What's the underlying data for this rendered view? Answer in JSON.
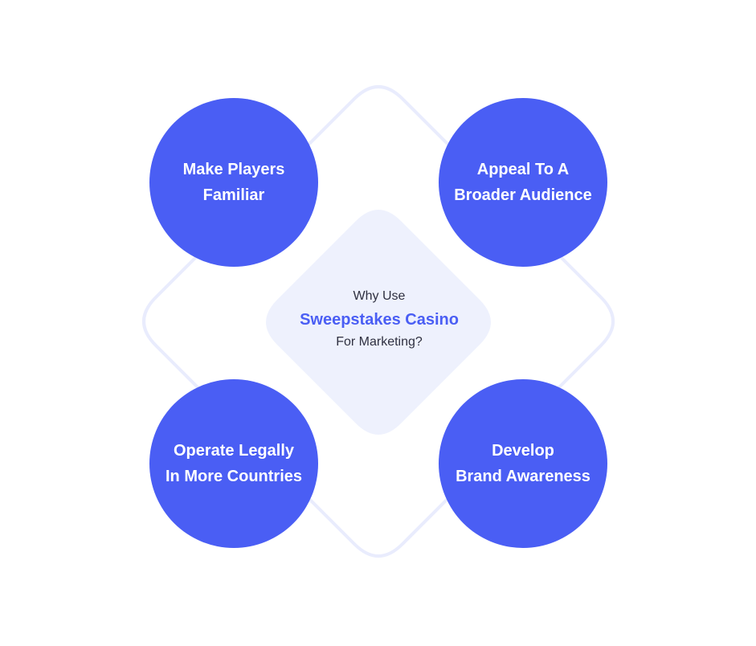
{
  "diagram": {
    "center": {
      "line1": "Why Use",
      "line2": "Sweepstakes Casino",
      "line3": "For Marketing?"
    },
    "nodes": [
      {
        "id": "top-left",
        "label": "Make Players\nFamiliar"
      },
      {
        "id": "top-right",
        "label": "Appeal To A\nBroader Audience"
      },
      {
        "id": "bottom-left",
        "label": "Operate Legally\nIn More Countries"
      },
      {
        "id": "bottom-right",
        "label": "Develop\nBrand Awareness"
      }
    ],
    "colors": {
      "accent": "#4a5ef4",
      "outline": "#e9ecfd",
      "center_fill": "#eef1fd",
      "text_dark": "#2f3040",
      "text_light": "#ffffff"
    }
  }
}
